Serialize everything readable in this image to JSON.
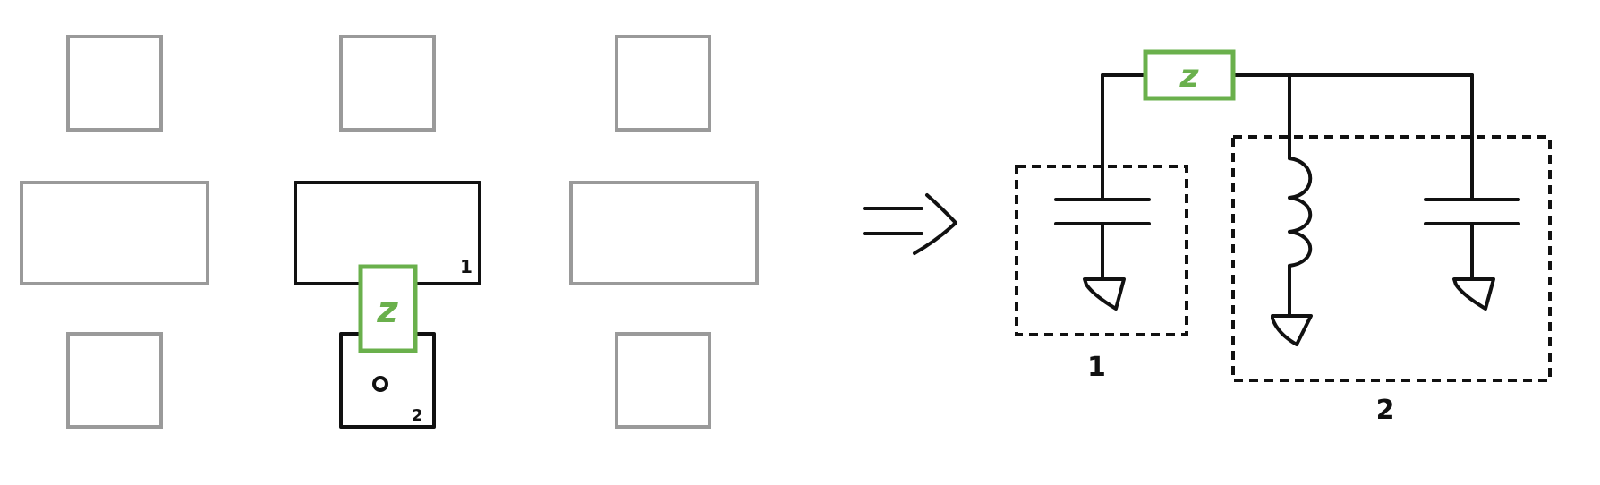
{
  "left_layout": {
    "coupler_label": "z",
    "active_block_label": "1",
    "active_pad_label": "2"
  },
  "arrow": {
    "symbol": "⟹"
  },
  "circuit": {
    "series_element_label": "z",
    "group_1_label": "1",
    "group_2_label": "2"
  }
}
